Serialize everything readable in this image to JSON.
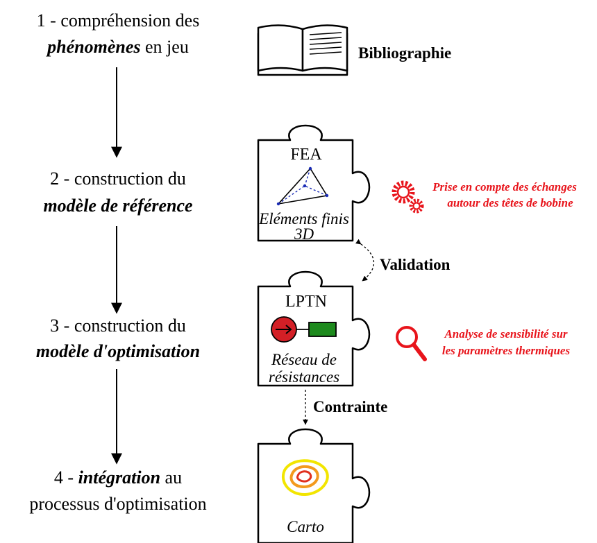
{
  "steps": [
    {
      "line1": "1 - compréhension des",
      "line2_bold": "phénomènes",
      "line2_rest": " en jeu"
    },
    {
      "line1": "2 - construction du",
      "line2_bold": "modèle de référence",
      "line2_rest": ""
    },
    {
      "line1": "3 - construction du",
      "line2_bold": "modèle d'optimisation",
      "line2_rest": ""
    },
    {
      "line1_pre": "4 - ",
      "line1_bold": "intégration",
      "line1_post": " au",
      "line2": "processus d'optimisation"
    }
  ],
  "book": {
    "label": "Bibliographie"
  },
  "pieces": {
    "fea": {
      "title": "FEA",
      "sub1": "Eléments finis",
      "sub2": "3D"
    },
    "lptn": {
      "title": "LPTN",
      "sub1": "Réseau de",
      "sub2": "résistances"
    },
    "carto": {
      "title": "Carto"
    }
  },
  "links": {
    "validation": "Validation",
    "contrainte": "Contrainte"
  },
  "notes": {
    "gears": {
      "line1": "Prise en compte des échanges",
      "line2": "autour des têtes de bobine"
    },
    "magnifier": {
      "line1": "Analyse de sensibilité sur",
      "line2": "les paramètres thermiques"
    }
  },
  "colors": {
    "accent_red": "#e8141b",
    "lptn_circle": "#d31f26",
    "lptn_rect": "#1d8a1d",
    "contour_yellow": "#f2e500",
    "contour_orange": "#f39a1e",
    "contour_red": "#e0301e"
  },
  "icons": [
    "book-icon",
    "tetrahedron-icon",
    "gears-icon",
    "magnifier-icon",
    "contour-map-icon"
  ]
}
